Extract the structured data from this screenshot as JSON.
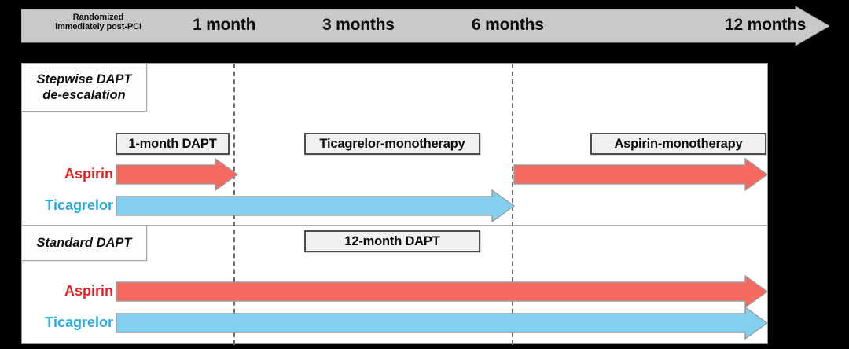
{
  "figure": {
    "type": "clinical-trial-timeline-diagram",
    "background_color": "#000000",
    "panel_background": "#ffffff"
  },
  "timeline": {
    "name": "study-timeline-arrow",
    "fill_color": "#c9c9c9",
    "ticks": [
      {
        "label_line1": "Randomized",
        "label_line2": "immediately post-PCI",
        "size": "small"
      },
      {
        "label": "1 month",
        "size": "big"
      },
      {
        "label": "3 months",
        "size": "big"
      },
      {
        "label": "6 months",
        "size": "big"
      },
      {
        "label": "12 months",
        "size": "big"
      }
    ]
  },
  "colors": {
    "aspirin": "#f7695f",
    "ticagrelor": "#82cff0",
    "aspirin_text": "#ee1d23",
    "ticagrelor_text": "#29abe2",
    "dashed_line": "#6e6e6e"
  },
  "arms": [
    {
      "id": "stepwise",
      "tab_line1": "Stepwise DAPT",
      "tab_line2": "de-escalation",
      "phases": [
        {
          "label": "1-month DAPT"
        },
        {
          "label": "Ticagrelor-monotherapy"
        },
        {
          "label": "Aspirin-monotherapy"
        }
      ],
      "rows": [
        {
          "drug": "Aspirin",
          "segments": "0 to 1 month, then 6 to 12 months"
        },
        {
          "drug": "Ticagrelor",
          "segments": "0 to 6 months"
        }
      ]
    },
    {
      "id": "standard",
      "tab_line1": "Standard DAPT",
      "tab_line2": "",
      "phases": [
        {
          "label": "12-month DAPT"
        }
      ],
      "rows": [
        {
          "drug": "Aspirin",
          "segments": "0 to 12 months"
        },
        {
          "drug": "Ticagrelor",
          "segments": "0 to 12 months"
        }
      ]
    }
  ]
}
